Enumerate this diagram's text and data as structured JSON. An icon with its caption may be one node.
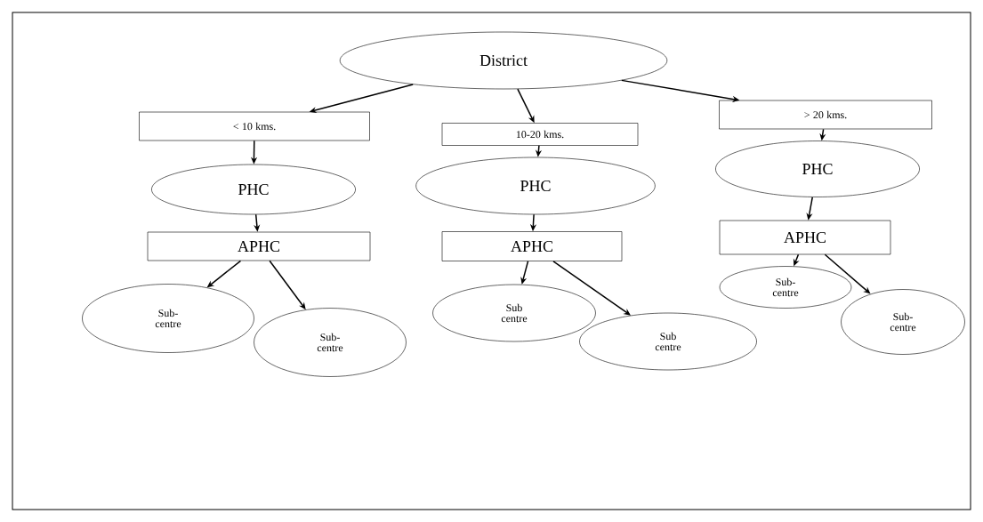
{
  "diagram": {
    "nodes": [
      {
        "text": [
          "District"
        ]
      },
      {
        "text": [
          "< 10 kms."
        ]
      },
      {
        "text": [
          "10-20 kms."
        ]
      },
      {
        "text": [
          "> 20 kms."
        ]
      },
      {
        "text": [
          "PHC"
        ]
      },
      {
        "text": [
          "PHC"
        ]
      },
      {
        "text": [
          "PHC"
        ]
      },
      {
        "text": [
          "APHC"
        ]
      },
      {
        "text": [
          "APHC"
        ]
      },
      {
        "text": [
          "APHC"
        ]
      },
      {
        "text": [
          "Sub- centre"
        ]
      },
      {
        "text": [
          "Sub- centre"
        ]
      },
      {
        "text": [
          "Sub centre"
        ]
      },
      {
        "text": [
          "Sub centre"
        ]
      },
      {
        "text": [
          "Sub- centre"
        ]
      },
      {
        "text": [
          "Sub- centre"
        ]
      }
    ],
    "edges": [
      {
        "from": 0,
        "to": 1,
        "arrow": "to"
      },
      {
        "from": 0,
        "to": 2,
        "arrow": "to"
      },
      {
        "from": 0,
        "to": 3,
        "arrow": "to"
      },
      {
        "from": 1,
        "to": 4,
        "arrow": "to"
      },
      {
        "from": 2,
        "to": 5,
        "arrow": "to"
      },
      {
        "from": 3,
        "to": 6,
        "arrow": "to"
      },
      {
        "from": 4,
        "to": 7,
        "arrow": "to"
      },
      {
        "from": 5,
        "to": 8,
        "arrow": "to"
      },
      {
        "from": 6,
        "to": 9,
        "arrow": "to"
      },
      {
        "from": 7,
        "to": 10,
        "arrow": "to"
      },
      {
        "from": 7,
        "to": 11,
        "arrow": "to"
      },
      {
        "from": 8,
        "to": 12,
        "arrow": "to"
      },
      {
        "from": 8,
        "to": 13,
        "arrow": "to"
      },
      {
        "from": 9,
        "to": 14,
        "arrow": "to"
      },
      {
        "from": 9,
        "to": 15,
        "arrow": "to"
      }
    ]
  }
}
